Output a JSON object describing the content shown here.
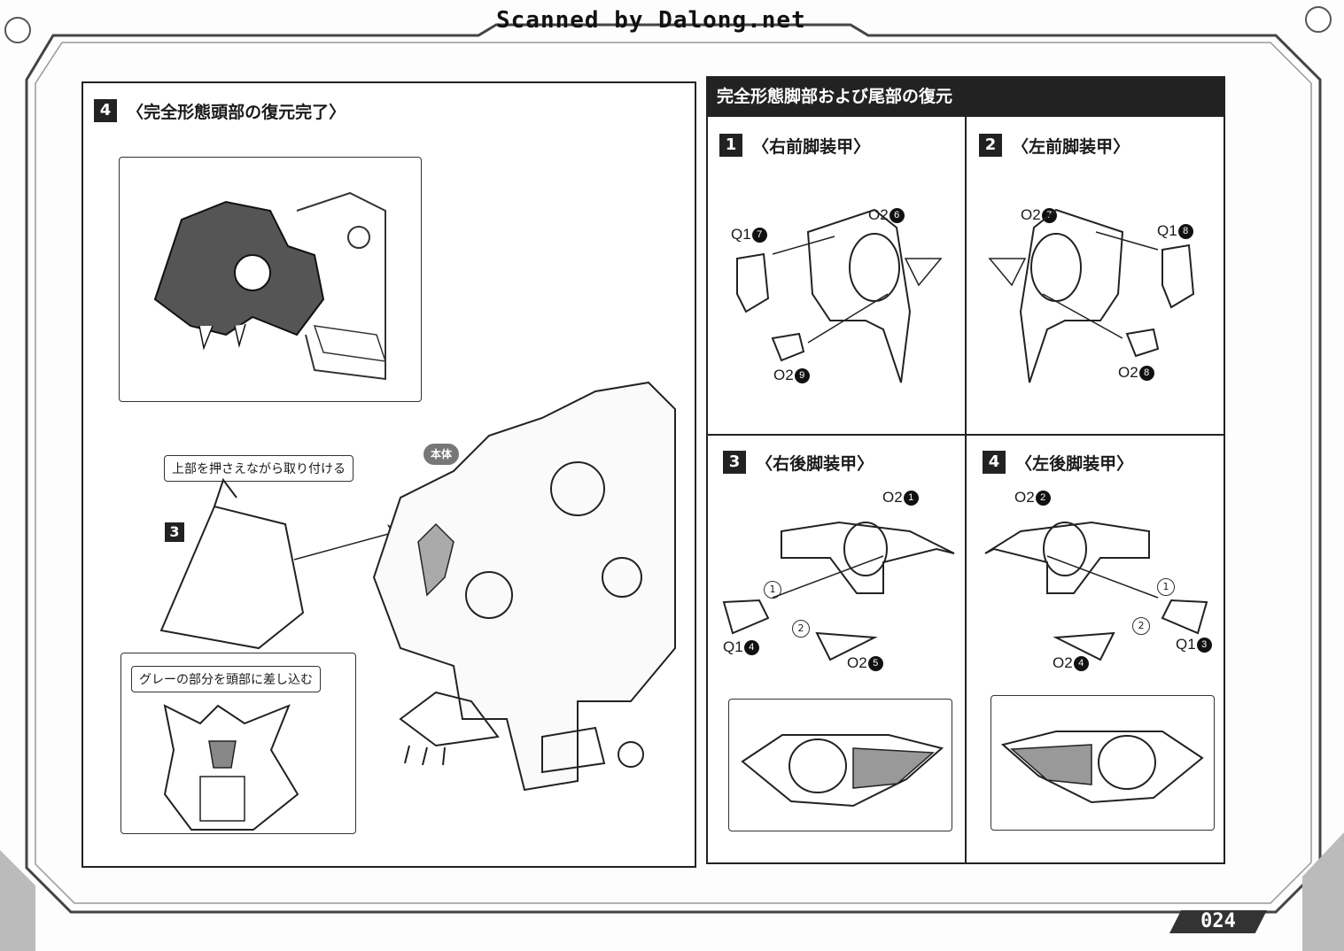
{
  "watermark": "Scanned by Dalong.net",
  "page_number": "024",
  "left_panel": {
    "step": "4",
    "title": "〈完全形態頭部の復元完了〉",
    "substep": "3",
    "callout_top": "上部を押さえながら取り付ける",
    "callout_inset": "グレーの部分を頭部に差し込む",
    "body_badge": "本体"
  },
  "right_section": {
    "header": "完全形態脚部および尾部の復元",
    "steps": [
      {
        "num": "1",
        "title": "〈右前脚装甲〉",
        "parts": [
          {
            "code": "Q1",
            "num": "7"
          },
          {
            "code": "O2",
            "num": "6"
          },
          {
            "code": "O2",
            "num": "9"
          }
        ]
      },
      {
        "num": "2",
        "title": "〈左前脚装甲〉",
        "parts": [
          {
            "code": "O2",
            "num": "7"
          },
          {
            "code": "Q1",
            "num": "8"
          },
          {
            "code": "O2",
            "num": "8"
          }
        ]
      },
      {
        "num": "3",
        "title": "〈右後脚装甲〉",
        "parts": [
          {
            "code": "O2",
            "num": "1"
          },
          {
            "code": "Q1",
            "num": "4"
          },
          {
            "code": "O2",
            "num": "5"
          }
        ],
        "order": [
          "1",
          "2"
        ]
      },
      {
        "num": "4",
        "title": "〈左後脚装甲〉",
        "parts": [
          {
            "code": "O2",
            "num": "2"
          },
          {
            "code": "Q1",
            "num": "3"
          },
          {
            "code": "O2",
            "num": "4"
          }
        ],
        "order": [
          "1",
          "2"
        ]
      }
    ]
  }
}
